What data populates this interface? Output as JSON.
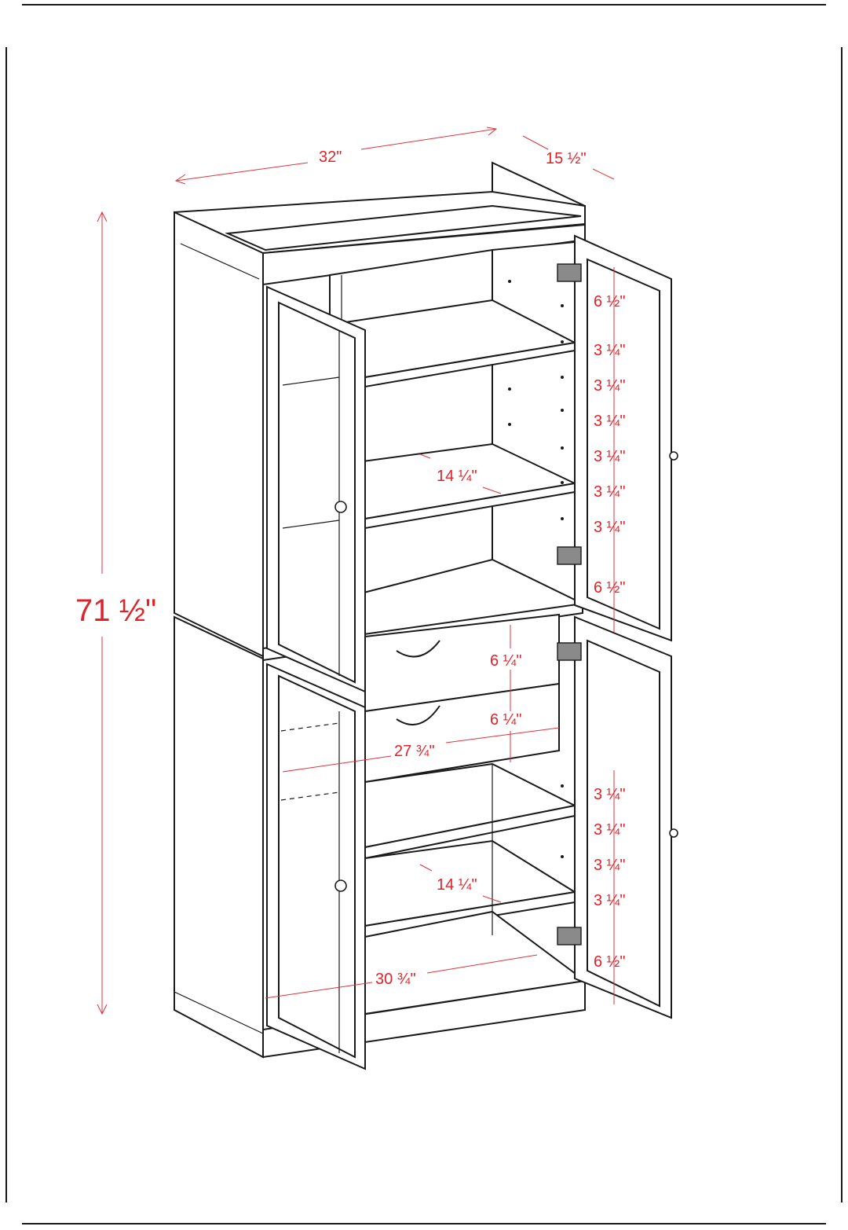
{
  "colors": {
    "dimension": "#e0232b",
    "outline": "#1a1a1a",
    "background": "#ffffff"
  },
  "dimensions": {
    "width": "32\"",
    "depth": "15 ½\"",
    "height": "71 ½\"",
    "upper_shelf_depth": "14 ¼\"",
    "lower_shelf_depth": "14 ¼\"",
    "drawer_top": "6 ¼\"",
    "drawer_bottom": "6 ¼\"",
    "drawer_width": "27 ¾\"",
    "inner_width": "30 ¾\"",
    "upper_spacing": [
      "6 ½\"",
      "3 ¼\"",
      "3 ¼\"",
      "3 ¼\"",
      "3 ¼\"",
      "3 ¼\"",
      "3 ¼\"",
      "6 ½\""
    ],
    "lower_spacing": [
      "3 ¼\"",
      "3 ¼\"",
      "3 ¼\"",
      "3 ¼\"",
      "6 ½\""
    ]
  }
}
